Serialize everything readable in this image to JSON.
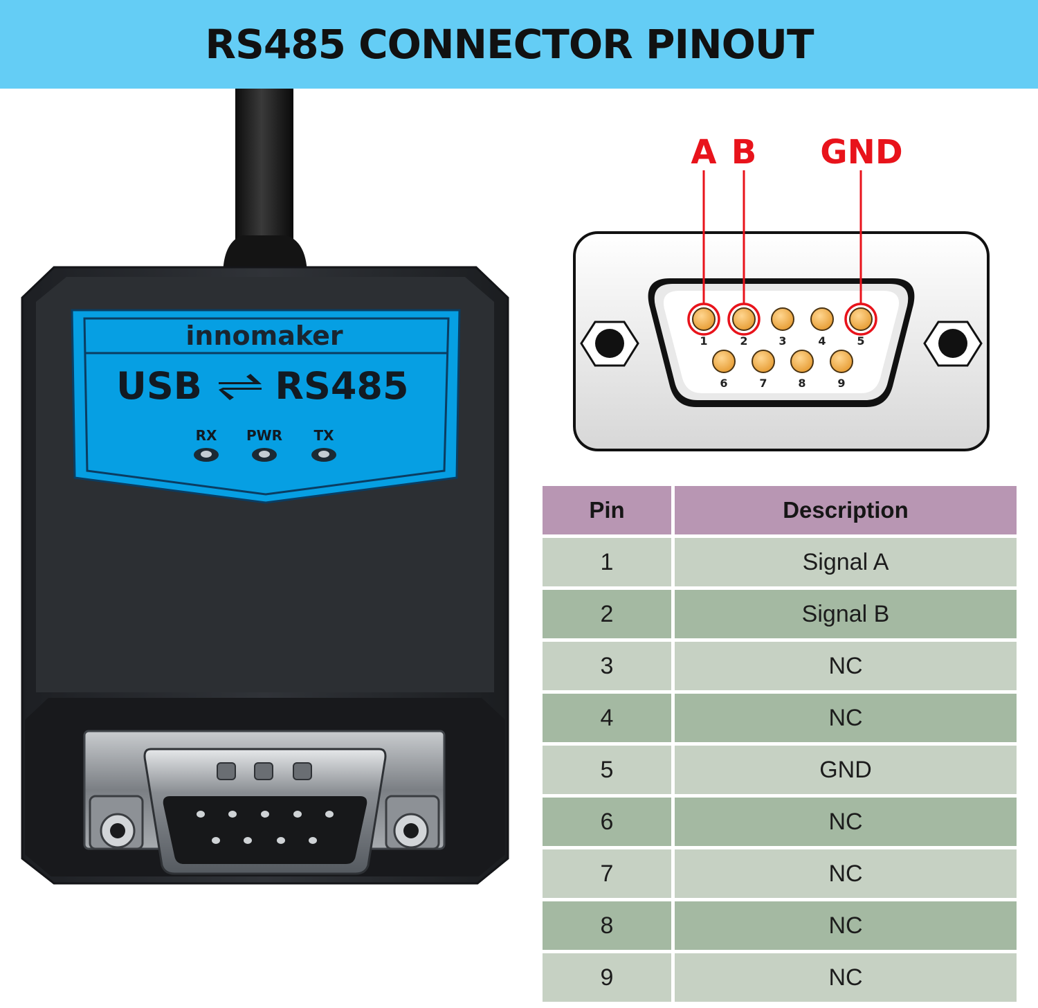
{
  "header": {
    "title": "RS485 CONNECTOR PINOUT"
  },
  "device": {
    "brand": "innomaker",
    "model_left": "USB",
    "model_right": "RS485",
    "leds": [
      "RX",
      "PWR",
      "TX"
    ]
  },
  "connector": {
    "callouts": [
      {
        "label": "A",
        "pin": "1"
      },
      {
        "label": "B",
        "pin": "2"
      },
      {
        "label": "GND",
        "pin": "5"
      }
    ],
    "top_row_pins": [
      "1",
      "2",
      "3",
      "4",
      "5"
    ],
    "bottom_row_pins": [
      "6",
      "7",
      "8",
      "9"
    ]
  },
  "table": {
    "headers": {
      "pin": "Pin",
      "description": "Description"
    },
    "rows": [
      {
        "pin": "1",
        "description": "Signal A"
      },
      {
        "pin": "2",
        "description": "Signal B"
      },
      {
        "pin": "3",
        "description": "NC"
      },
      {
        "pin": "4",
        "description": "NC"
      },
      {
        "pin": "5",
        "description": "GND"
      },
      {
        "pin": "6",
        "description": "NC"
      },
      {
        "pin": "7",
        "description": "NC"
      },
      {
        "pin": "8",
        "description": "NC"
      },
      {
        "pin": "9",
        "description": "NC"
      }
    ]
  },
  "colors": {
    "banner": "#64cdf5",
    "callout_red": "#e8131b",
    "pin_gold": "#f2b24c",
    "label_blue": "#069fe3",
    "header_purple": "#b896b3",
    "row_light": "#c6d1c3",
    "row_dark": "#a4b9a2"
  }
}
